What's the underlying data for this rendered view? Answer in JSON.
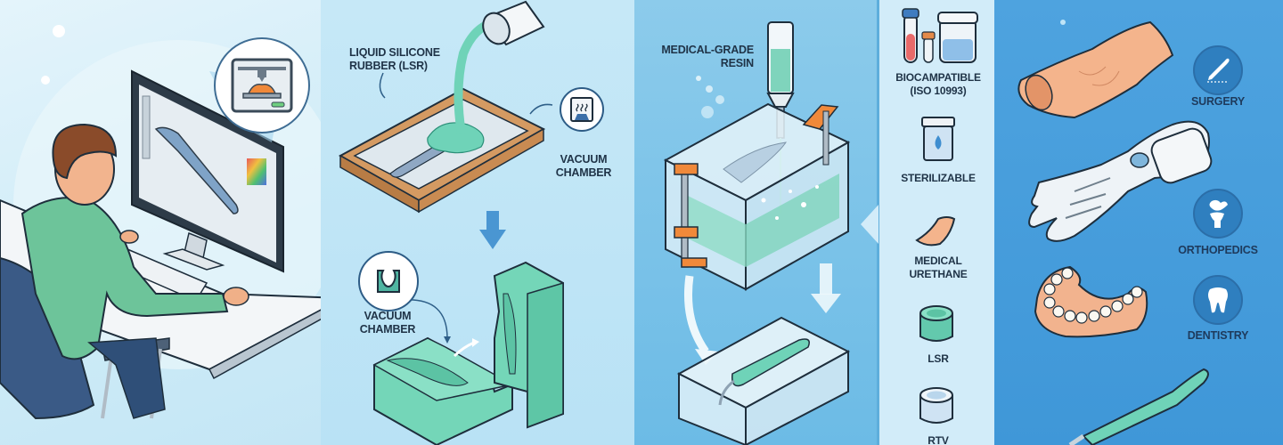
{
  "infographic": {
    "topic": "Medical device prototyping workflow",
    "panels": [
      {
        "id": "design",
        "scene": "Engineer at desk designing a medical handpiece in CAD software",
        "callout_icon": "3d-printer-icon"
      },
      {
        "id": "silicone-mold",
        "labels": {
          "lsr": "LIQUID SILICONE\nRUBBER (LSR)",
          "vacuum_top": "VACUUM\nCHAMBER",
          "vacuum_bottom": "VACUUM\nCHAMBER"
        },
        "icons": [
          "vacuum-chamber-icon",
          "mold-cavity-icon"
        ]
      },
      {
        "id": "casting",
        "labels": {
          "resin": "MEDICAL-GRADE\nRESIN"
        }
      },
      {
        "id": "materials",
        "items": [
          {
            "label": "BIOCAMPATIBLE\n(ISO 10993)",
            "icon": "test-tubes-icon"
          },
          {
            "label": "STERILIZABLE",
            "icon": "sterile-container-icon"
          },
          {
            "label": "MEDICAL\nURETHANE",
            "icon": "urethane-piece-icon"
          },
          {
            "label": "LSR",
            "icon": "lsr-cylinder-icon"
          },
          {
            "label": "RTV",
            "icon": "rtv-cylinder-icon"
          }
        ]
      },
      {
        "id": "applications",
        "items": [
          {
            "label": "SURGERY",
            "icon": "scalpel-icon"
          },
          {
            "label": "ORTHOPEDICS",
            "icon": "bone-joint-icon"
          },
          {
            "label": "DENTISTRY",
            "icon": "tooth-icon"
          }
        ],
        "illustrations": [
          "prosthetic-skin-sleeve",
          "robotic-prosthetic-hand",
          "denture-model",
          "handheld-device"
        ]
      }
    ],
    "colors": {
      "teal_silicone": "#6fd3b8",
      "orange_clamp": "#f0893a",
      "skin": "#f4b48c",
      "dark_text": "#1f3347",
      "app_icon_blue": "#2f7fbf"
    }
  }
}
